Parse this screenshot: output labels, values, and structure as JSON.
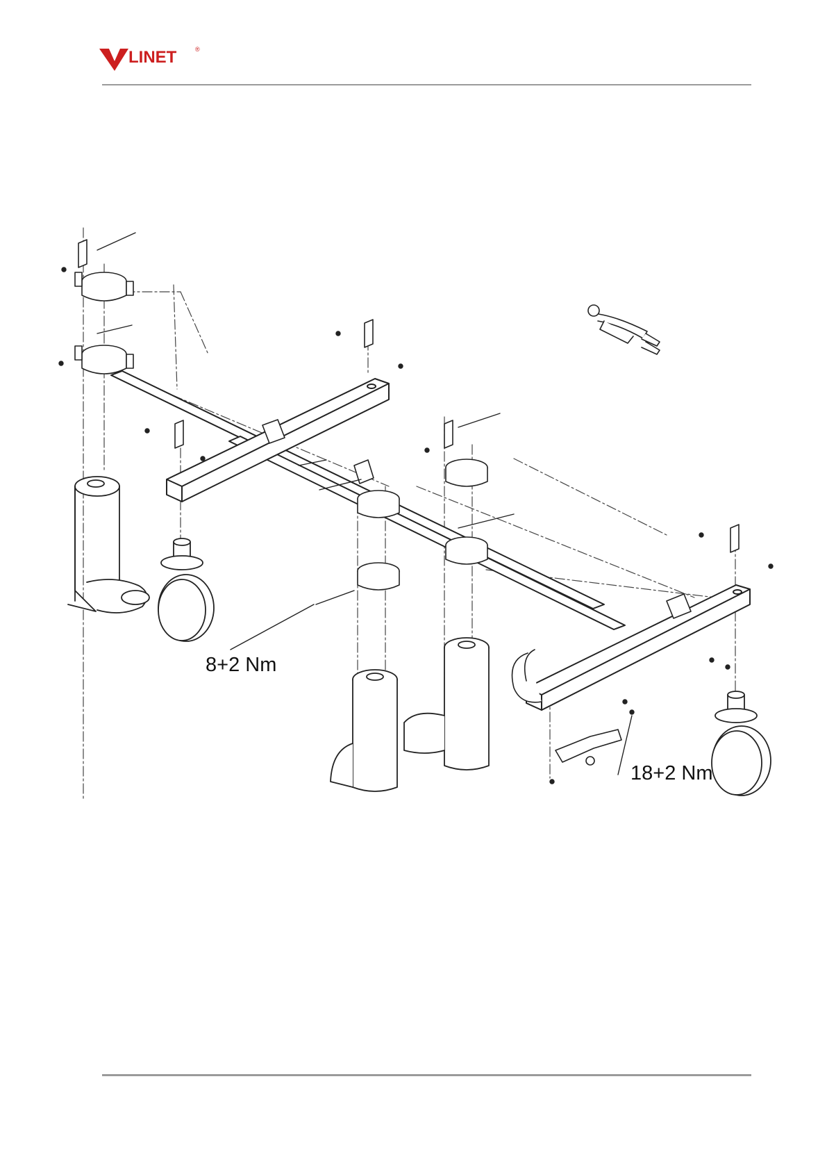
{
  "header": {
    "brand": "LINET",
    "brand_color": "#cc1f1f"
  },
  "drawing": {
    "torque_small": "8+2 Nm",
    "torque_large": "18+2 Nm"
  }
}
